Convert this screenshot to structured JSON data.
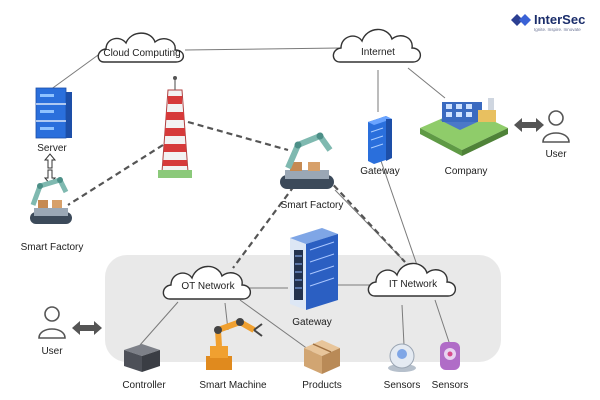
{
  "brand": {
    "name": "InterSec",
    "tagline": "Ignite. Inspire. Innovate"
  },
  "clouds": {
    "cloud_computing": "Cloud Computing",
    "internet": "Internet",
    "ot_network": "OT Network",
    "it_network": "IT Network"
  },
  "nodes": {
    "server": "Server",
    "smart_factory_left": "Smart Factory",
    "smart_factory_center": "Smart Factory",
    "gateway_top": "Gateway",
    "company": "Company",
    "user_right": "User",
    "user_left": "User",
    "gateway_center": "Gateway",
    "controller": "Controller",
    "smart_machine": "Smart Machine",
    "products": "Products",
    "sensors_1": "Sensors",
    "sensors_2": "Sensors"
  }
}
